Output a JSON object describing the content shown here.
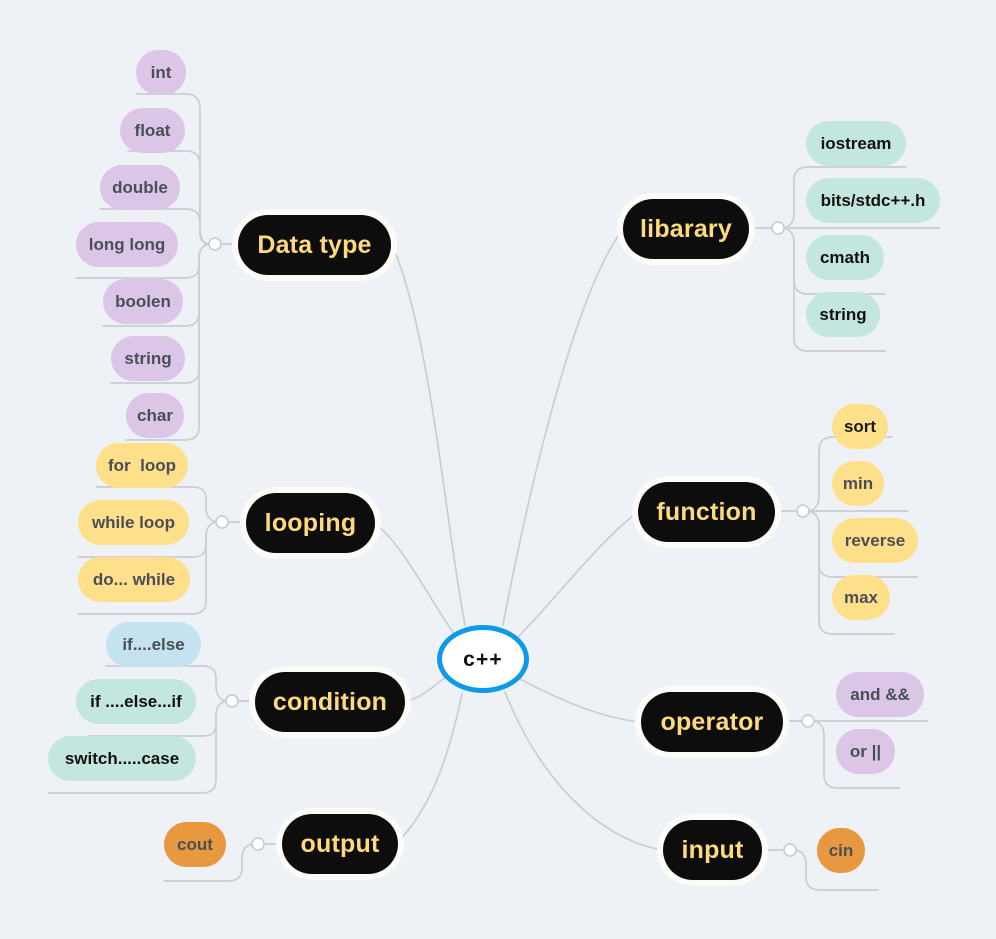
{
  "diagram": {
    "title": "c++",
    "type": "mind-map",
    "background_color": "#eef2f6",
    "root": {
      "label": "c++",
      "border_color": "#0d9ae8",
      "fill_color": "#ffffff",
      "text_color": "#111111"
    },
    "branch_style": {
      "fill_color": "#0d0d0d",
      "text_color": "#ffd97d",
      "ring_color": "#fbfbf8"
    },
    "connector_color": "#c9ced3",
    "branches": [
      {
        "label": "Data type",
        "side": "left",
        "children": [
          {
            "label": "int",
            "color": "#dcc6e8",
            "swatch": "purple"
          },
          {
            "label": "float",
            "color": "#dcc6e8",
            "swatch": "purple"
          },
          {
            "label": "double",
            "color": "#dcc6e8",
            "swatch": "purple"
          },
          {
            "label": "long long",
            "color": "#dcc6e8",
            "swatch": "purple"
          },
          {
            "label": "boolen",
            "color": "#dcc6e8",
            "swatch": "purple"
          },
          {
            "label": "string",
            "color": "#dcc6e8",
            "swatch": "purple"
          },
          {
            "label": "char",
            "color": "#dcc6e8",
            "swatch": "purple"
          }
        ]
      },
      {
        "label": "looping",
        "side": "left",
        "children": [
          {
            "label": "for  loop",
            "color": "#ffe08a",
            "swatch": "yellow"
          },
          {
            "label": "while loop",
            "color": "#ffe08a",
            "swatch": "yellow"
          },
          {
            "label": "do... while",
            "color": "#ffe08a",
            "swatch": "yellow"
          }
        ]
      },
      {
        "label": "condition",
        "side": "left",
        "children": [
          {
            "label": "if....else",
            "color": "#c4e2f0",
            "swatch": "blue"
          },
          {
            "label": "if ....else...if",
            "color": "#c3e7df",
            "swatch": "mint"
          },
          {
            "label": "switch.....case",
            "color": "#c3e7df",
            "swatch": "mint"
          }
        ]
      },
      {
        "label": "output",
        "side": "left",
        "children": [
          {
            "label": "cout",
            "color": "#e8983f",
            "swatch": "orange"
          }
        ]
      },
      {
        "label": "libarary",
        "side": "right",
        "children": [
          {
            "label": "iostream",
            "color": "#c3e7df",
            "swatch": "mint"
          },
          {
            "label": "bits/stdc++.h",
            "color": "#c3e7df",
            "swatch": "mint"
          },
          {
            "label": "cmath",
            "color": "#c3e7df",
            "swatch": "mint"
          },
          {
            "label": "string",
            "color": "#c3e7df",
            "swatch": "mint"
          }
        ]
      },
      {
        "label": "function",
        "side": "right",
        "children": [
          {
            "label": "sort",
            "color": "#ffe08a",
            "swatch": "yellow"
          },
          {
            "label": "min",
            "color": "#ffe08a",
            "swatch": "yellow"
          },
          {
            "label": "reverse",
            "color": "#ffe08a",
            "swatch": "yellow"
          },
          {
            "label": "max",
            "color": "#ffe08a",
            "swatch": "yellow"
          }
        ]
      },
      {
        "label": "operator",
        "side": "right",
        "children": [
          {
            "label": "and &&",
            "color": "#dcc6e8",
            "swatch": "purple"
          },
          {
            "label": "or ||",
            "color": "#dcc6e8",
            "swatch": "purple"
          }
        ]
      },
      {
        "label": "input",
        "side": "right",
        "children": [
          {
            "label": "cin",
            "color": "#e8983f",
            "swatch": "orange"
          }
        ]
      }
    ]
  }
}
